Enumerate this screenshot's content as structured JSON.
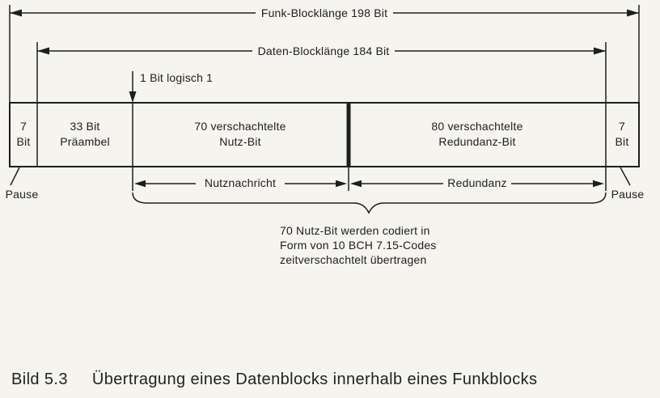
{
  "page": {
    "background": "#f5f4ef",
    "ink": "#1e1e1e"
  },
  "arrows": {
    "funk_label": "Funk-Blocklänge 198 Bit",
    "daten_label": "Daten-Blocklänge 184 Bit"
  },
  "bit_marker": {
    "label": "1 Bit logisch 1"
  },
  "block": {
    "cells": [
      {
        "line1": "7",
        "line2": "Bit"
      },
      {
        "line1": "33 Bit",
        "line2": "Präambel"
      },
      {
        "line1": "70 verschachtelte",
        "line2": "Nutz-Bit"
      },
      {
        "line1": "80 verschachtelte",
        "line2": "Redundanz-Bit"
      },
      {
        "line1": "7",
        "line2": "Bit"
      }
    ]
  },
  "spans": {
    "nutznachricht_label": "Nutznachricht",
    "redundanz_label": "Redundanz"
  },
  "pauses": {
    "left": "Pause",
    "right": "Pause"
  },
  "note": {
    "line1": "70 Nutz-Bit werden codiert in",
    "line2": "Form von 10 BCH 7.15-Codes",
    "line3": "zeitverschachtelt übertragen"
  },
  "caption": {
    "figure": "Bild 5.3",
    "text": "Übertragung eines Datenblocks innerhalb eines Funkblocks"
  }
}
